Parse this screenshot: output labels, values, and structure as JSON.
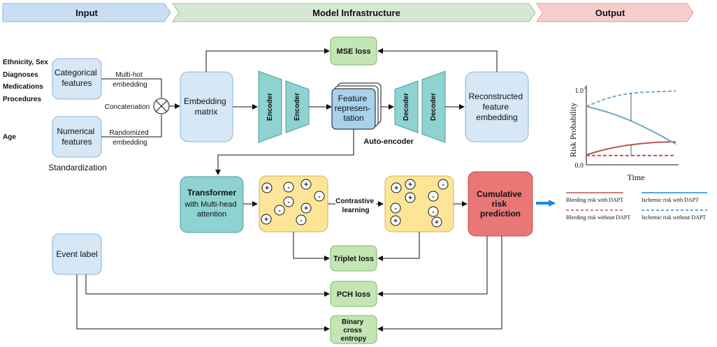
{
  "headers": {
    "input": "Input",
    "model": "Model Infrastructure",
    "output": "Output"
  },
  "colors": {
    "input_header": "#c9def4",
    "model_header": "#d5e8d4",
    "output_header": "#f8cecc",
    "blue_box": "#d6e7f5",
    "teal_box": "#8ed3d2",
    "green_box": "#c3e6b4",
    "red_box": "#e87776",
    "yellow_box": "#fde598",
    "arrow_blue": "#1e88e5",
    "bleeding": "#b85450",
    "ischemic": "#6fa8c9"
  },
  "input_labels": {
    "line1": "Ethnicity, Sex",
    "line2": "Diagnoses",
    "line3": "Medications",
    "line4": "Procedures",
    "age": "Age",
    "standardization": "Standardization"
  },
  "boxes": {
    "categorical": [
      "Categorical",
      "features"
    ],
    "numerical": [
      "Numerical",
      "features"
    ],
    "embedding_matrix": [
      "Embedding",
      "matrix"
    ],
    "encoder": "Encoder",
    "decoder": "Decoder",
    "feature_repr": [
      "Feature",
      "represen-",
      "tation"
    ],
    "reconstructed": [
      "Reconstructed",
      "feature",
      "embedding"
    ],
    "transformer_title": "Transformer",
    "transformer_sub": [
      "with Multi-head",
      "attention"
    ],
    "cumulative": [
      "Cumulative",
      "risk",
      "prediction"
    ],
    "event_label": "Event label",
    "mse_loss": "MSE loss",
    "triplet_loss": "Triplet loss",
    "pch_loss": "PCH loss",
    "bce": [
      "Binary",
      "cross",
      "entropy"
    ]
  },
  "edge_labels": {
    "multi_hot": [
      "Multi-hot",
      "embedding"
    ],
    "randomized": [
      "Randomized",
      "embedding"
    ],
    "concatenation": "Concatenation",
    "auto_encoder": "Auto-encoder",
    "contrastive": [
      "Contrastive",
      "learning"
    ]
  },
  "cluster_signs": {
    "left": [
      "+",
      "-",
      "+",
      "-",
      "-",
      "-",
      "+",
      "+",
      "-"
    ],
    "right": [
      "+",
      "+",
      "-",
      "-",
      "+",
      "-",
      "+",
      "-",
      "+"
    ]
  },
  "chart_data": {
    "type": "line",
    "xlabel": "Time",
    "ylabel": "Risk Probability",
    "yticks": [
      "1.0",
      "0.0"
    ],
    "ylim": [
      0,
      1
    ],
    "xlim": [
      0,
      1
    ],
    "series": [
      {
        "name": "Bleeding risk with DAPT",
        "style": "solid",
        "color": "#b85450",
        "x": [
          0,
          0.25,
          0.5,
          0.75,
          1.0
        ],
        "y": [
          0.13,
          0.21,
          0.26,
          0.29,
          0.3
        ]
      },
      {
        "name": "Bleeding risk without DAPT",
        "style": "dashed",
        "color": "#b85450",
        "x": [
          0,
          1.0
        ],
        "y": [
          0.12,
          0.12
        ]
      },
      {
        "name": "Ischemic risk with DAPT",
        "style": "solid",
        "color": "#6fa8c9",
        "x": [
          0,
          0.25,
          0.5,
          0.75,
          1.0
        ],
        "y": [
          0.76,
          0.68,
          0.57,
          0.43,
          0.27
        ]
      },
      {
        "name": "Ischemic risk without DAPT",
        "style": "dashed",
        "color": "#6fa8c9",
        "x": [
          0,
          0.25,
          0.5,
          0.75,
          1.0
        ],
        "y": [
          0.76,
          0.87,
          0.93,
          0.95,
          0.96
        ]
      }
    ]
  }
}
